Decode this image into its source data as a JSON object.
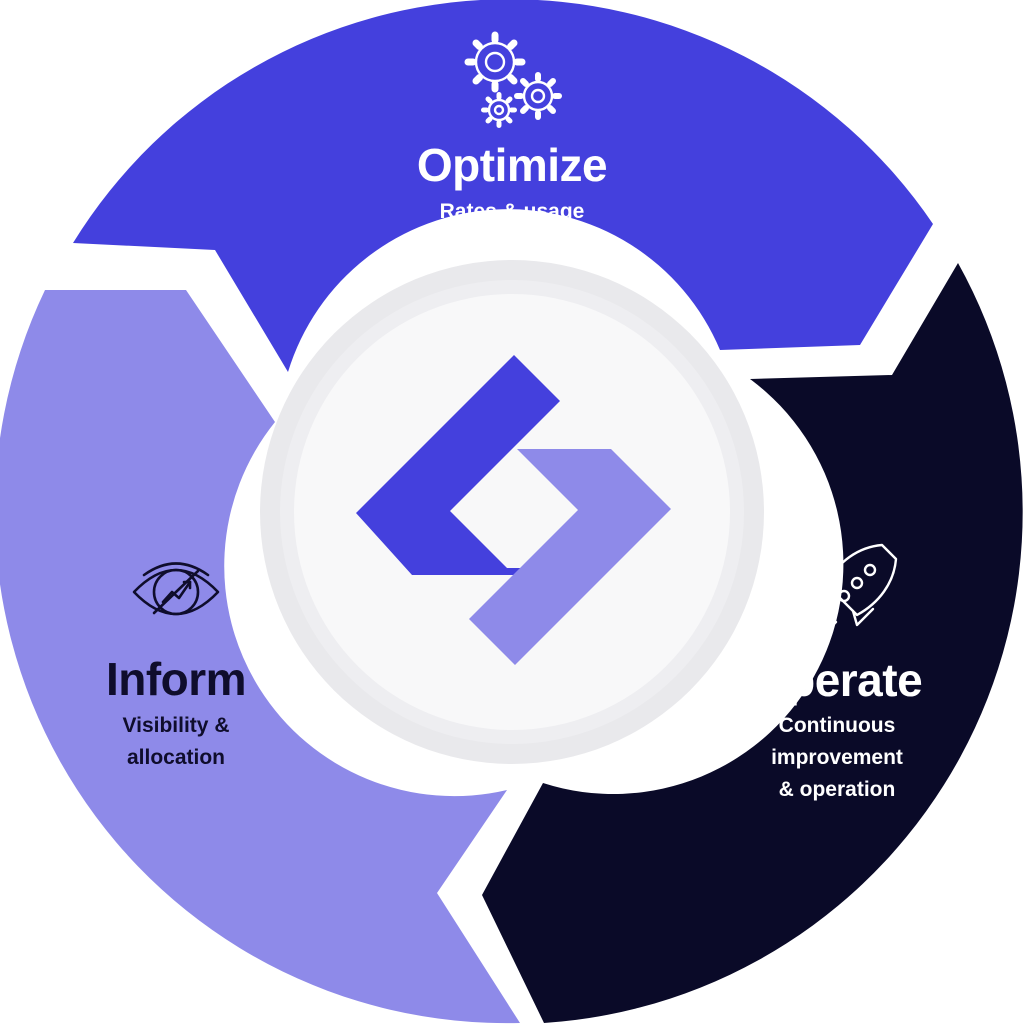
{
  "colors": {
    "optimize": "#4440dd",
    "inform": "#8e8ae9",
    "operate": "#0a0a28",
    "center_ring": "#e9e9ec",
    "center_fill": "#f8f8f9",
    "logo_primary": "#4440dd",
    "logo_secondary": "#8e8ae9",
    "text_light": "#ffffff",
    "text_dark": "#0f0d2c"
  },
  "segments": {
    "optimize": {
      "icon": "gears-icon",
      "title": "Optimize",
      "subtitle": "Rates & usage"
    },
    "inform": {
      "icon": "eye-chart-icon",
      "title": "Inform",
      "subtitle_lines": [
        "Visibility &",
        "allocation"
      ]
    },
    "operate": {
      "icon": "rocket-icon",
      "title": "Operate",
      "subtitle_lines": [
        "Continuous",
        "improvement",
        "& operation"
      ]
    }
  },
  "center": {
    "logo": "chevron-brackets-logo"
  }
}
